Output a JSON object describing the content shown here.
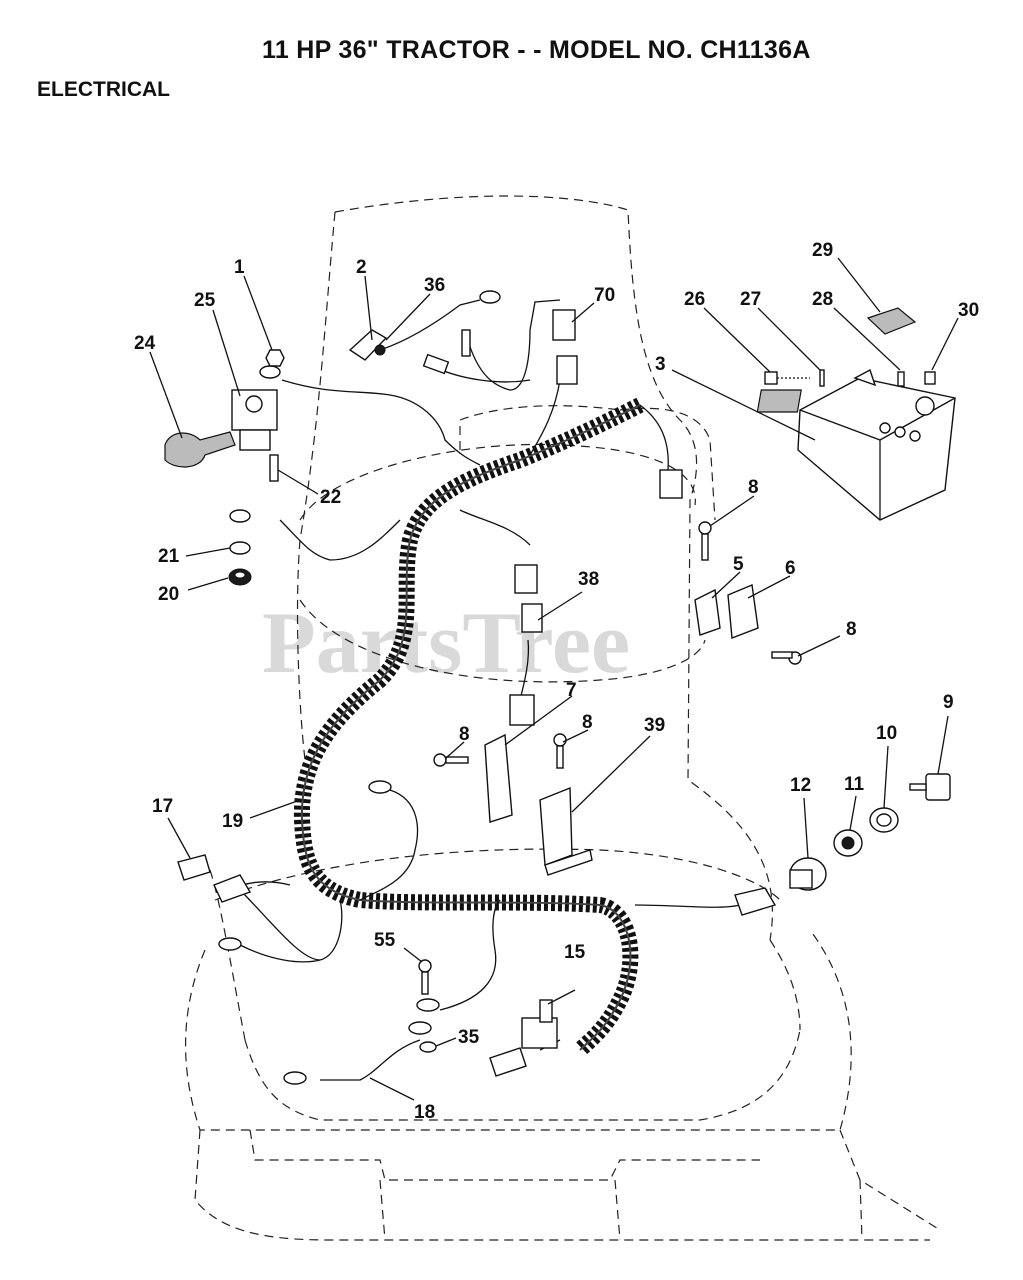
{
  "header": {
    "title": "11 HP 36\" TRACTOR - - MODEL NO. CH1136A",
    "section": "ELECTRICAL"
  },
  "watermark": "PartsTree",
  "callouts": [
    "1",
    "2",
    "36",
    "70",
    "25",
    "24",
    "22",
    "21",
    "20",
    "29",
    "30",
    "26",
    "27",
    "28",
    "3",
    "8",
    "5",
    "6",
    "38",
    "7",
    "39",
    "9",
    "10",
    "11",
    "12",
    "17",
    "19",
    "55",
    "15",
    "35",
    "18"
  ]
}
